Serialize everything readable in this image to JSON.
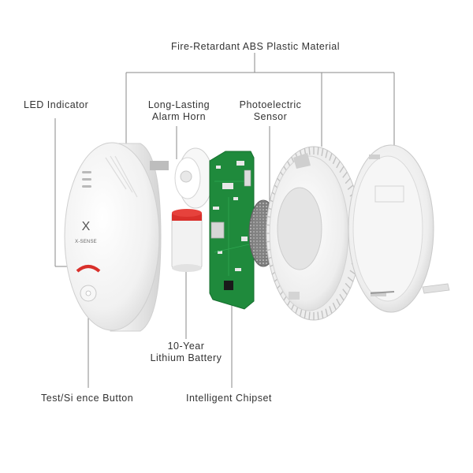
{
  "labels": {
    "fire_retardant": "Fire-Retardant ABS Plastic Material",
    "led_indicator": "LED Indicator",
    "alarm_horn_1": "Long-Lasting",
    "alarm_horn_2": "Alarm Horn",
    "photoelectric_1": "Photoelectric",
    "photoelectric_2": "Sensor",
    "battery_1": "10-Year",
    "battery_2": "Lithium Battery",
    "test_button": "Test/Si ence Button",
    "chipset": "Intelligent Chipset"
  },
  "device": {
    "brand_mark": "X",
    "brand_name": "X-SENSE"
  },
  "colors": {
    "leader_line": "#8a8a8a",
    "shell": "#f4f4f4",
    "pcb": "#1f8a3c",
    "battery_band": "#d9302b",
    "led_red": "#d9302b"
  }
}
